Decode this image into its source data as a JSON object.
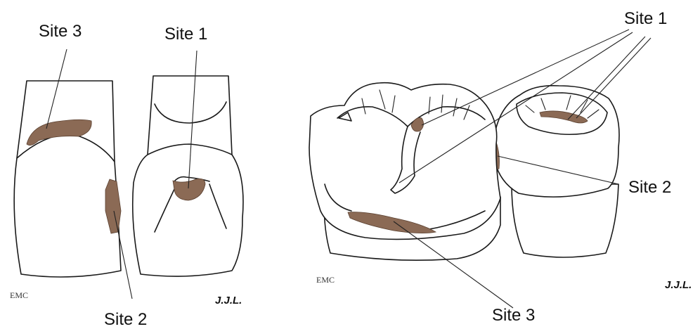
{
  "colors": {
    "lesion": "#8b6a55",
    "outline": "#1a1a1a",
    "background": "#ffffff"
  },
  "incisor_figure": {
    "label_site3": "Site 3",
    "label_site1": "Site 1",
    "label_site2": "Site 2",
    "publisher_mark": "EMC",
    "signature": "J.J.L."
  },
  "molar_figure": {
    "label_site1": "Site 1",
    "label_site2": "Site 2",
    "label_site3": "Site 3",
    "publisher_mark": "EMC",
    "signature": "J.J.L."
  }
}
